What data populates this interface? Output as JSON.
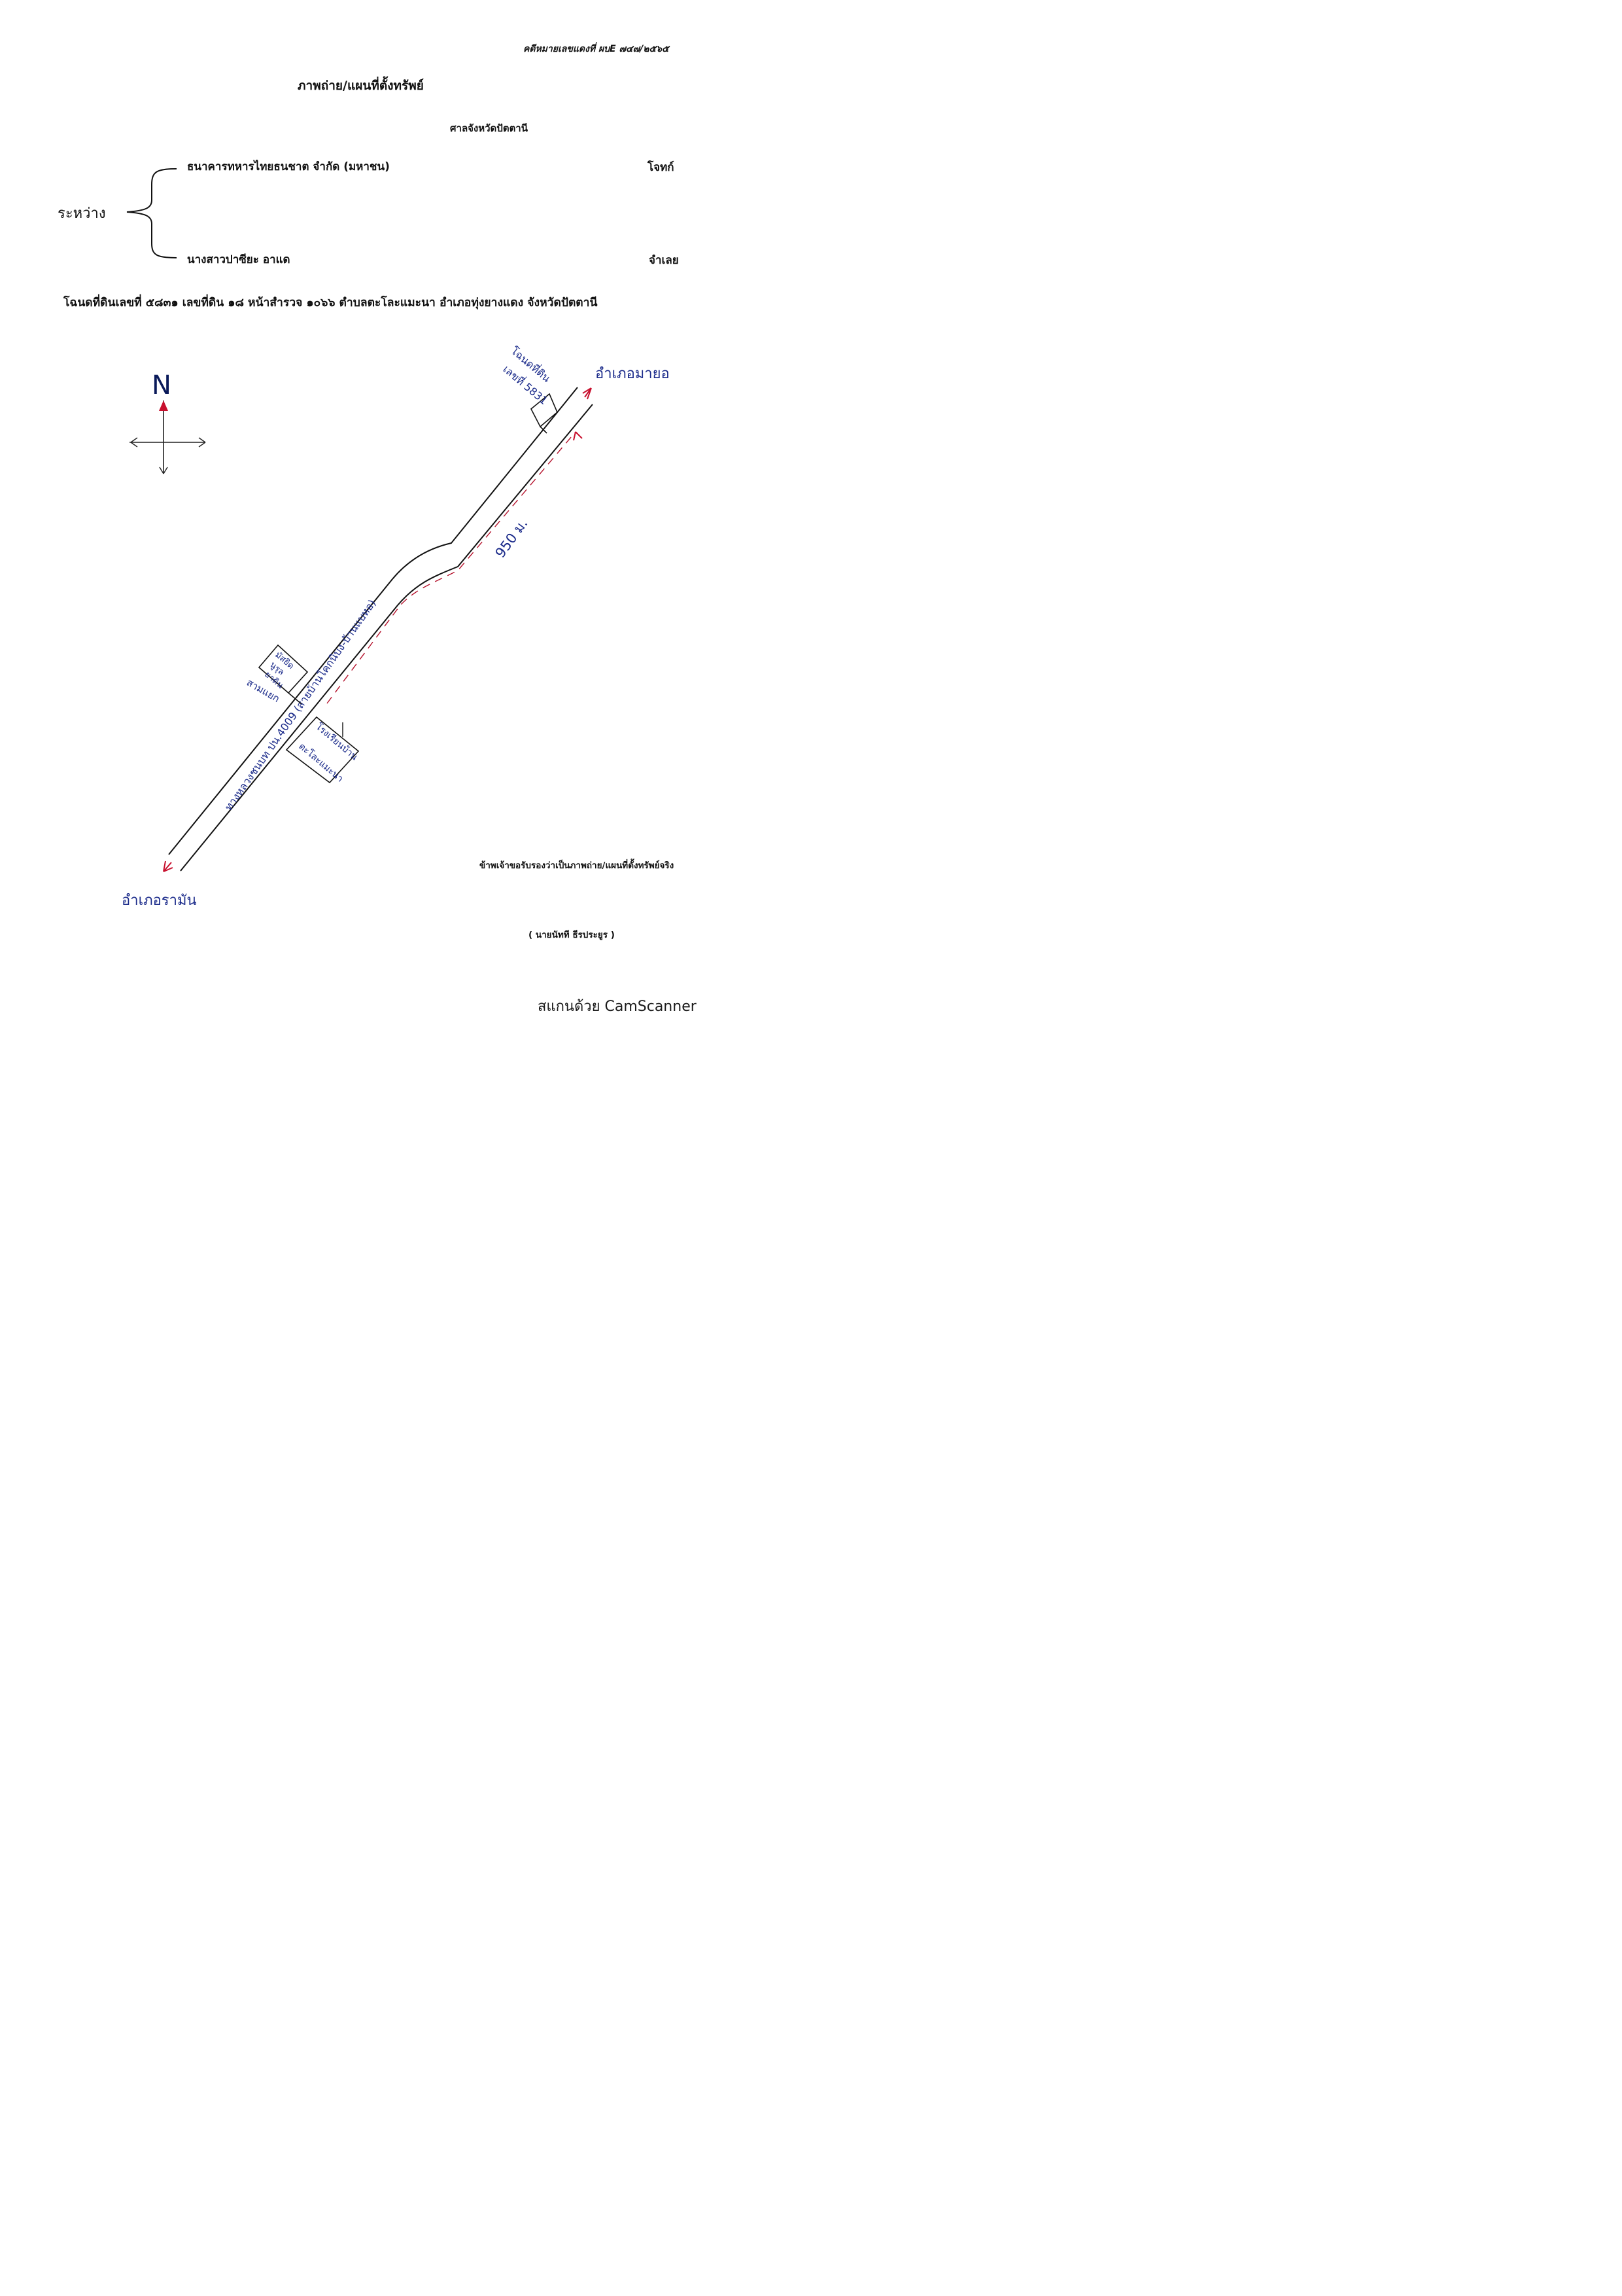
{
  "header": {
    "case_number": "คดีหมายเลขแดงที่ ผบE ๗๔๗/๒๕๖๕",
    "title": "ภาพถ่าย/แผนที่ตั้งทรัพย์",
    "court": "ศาลจังหวัดปัตตานี"
  },
  "parties": {
    "between_label": "ระหว่าง",
    "plaintiff_name": "ธนาคารทหารไทยธนชาต จำกัด  (มหาชน)",
    "plaintiff_role": "โจทก์",
    "defendant_name": "นางสาวปาซียะ อาแด",
    "defendant_role": "จำเลย"
  },
  "deed_line": "โฉนดที่ดินเลขที่ ๕๘๓๑  เลขที่ดิน ๑๘  หน้าสำรวจ ๑๐๖๖  ตำบลตะโละแมะนา  อำเภอทุ่งยางแดง  จังหวัดปัตตานี",
  "map": {
    "compass_north": "N",
    "deed_label_line1": "โฉนดที่ดิน",
    "deed_label_line2": "เลขที่ 5831",
    "district_north": "อำเภอมายอ",
    "district_south": "อำเภอรามัน",
    "distance": "950 ม.",
    "highway_label": "ทางหลวงชนบท ปน.4009 (สายบ้านโคกนิบง-บ้านแบหอ)",
    "mosque_label_line1": "มัสยิด",
    "mosque_label_line2": "นูรุล",
    "mosque_label_line3": "ยาดิน",
    "junction_label": "สามแยก",
    "school_label_line1": "โรงเรียนบ้าน",
    "school_label_line2": "ตะโละแมะนา",
    "colors": {
      "ink": "#111111",
      "pen_blue": "#1a2a8a",
      "arrow_red": "#c8102e",
      "dash_red": "#b5122c"
    }
  },
  "footer": {
    "certify": "ข้าพเจ้าขอรับรองว่าเป็นภาพถ่าย/แผนที่ตั้งทรัพย์จริง",
    "signer": "( นายนัทที  ธีรประยูร )",
    "watermark": "สแกนด้วย CamScanner"
  }
}
